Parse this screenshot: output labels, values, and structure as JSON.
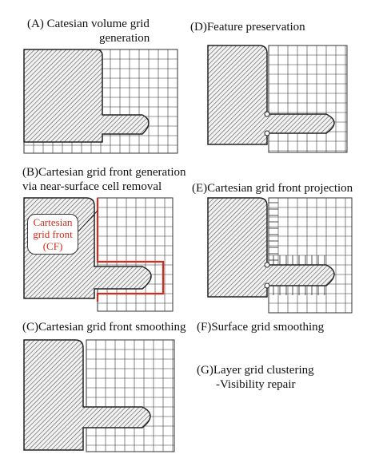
{
  "panels": {
    "a": {
      "title_line1": "(A) Catesian volume grid",
      "title_line2": "generation"
    },
    "b": {
      "title_line1": "(B)Cartesian grid front generation",
      "title_line2": "via near-surface cell removal",
      "callout_line1": "Cartesian",
      "callout_line2": "grid front",
      "callout_line3": "(CF)"
    },
    "c": {
      "title": "(C)Cartesian grid front smoothing"
    },
    "d": {
      "title": "(D)Feature preservation"
    },
    "e": {
      "title": "(E)Cartesian grid front projection"
    },
    "f": {
      "title": "(F)Surface grid smoothing"
    },
    "g": {
      "title_line1": "(G)Layer grid clustering",
      "title_line2": "-Visibility repair"
    }
  },
  "colors": {
    "cartesian_front": "#d52b1e",
    "hatch": "#555555",
    "grid": "#333333"
  }
}
